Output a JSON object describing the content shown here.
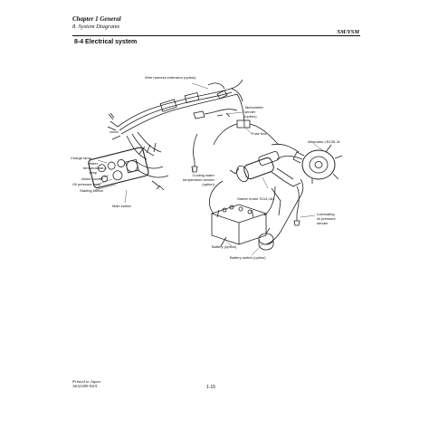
{
  "header": {
    "chapter": "Chapter 1 General",
    "section": "8. System Diagrams",
    "model": "SM/YSM"
  },
  "section_title": "8-4 Electrical system",
  "labels": {
    "wire_harness": "Wire harness extension (option)",
    "tachometer": [
      "Tachometer",
      "sender",
      "(option)"
    ],
    "fuse_box": "Fuse box",
    "alternator": "Alternator LR135-31",
    "charge_lamp": "Charge lamp",
    "water_temp_lamp": [
      "Water",
      "temperature",
      "lamp"
    ],
    "alarm_buzzer": "Alarm buzzer",
    "oil_pressure_lamp": "Oil pressure lamp",
    "starting_button": "Starting button",
    "main_switch": "Main switch",
    "cooling_water_sender": [
      "Cooling water",
      "temperature sender",
      "(option)"
    ],
    "starter_motor": "Starter motor S114-164",
    "lube_oil_sender": [
      "Lubricating",
      "oil pressure",
      "sender"
    ],
    "battery": "Battery (option)",
    "battery_switch": "Battery switch (option)"
  },
  "footer": {
    "printed": "Printed in Japan",
    "code": "A0A1080-9201",
    "page": "1-15"
  }
}
